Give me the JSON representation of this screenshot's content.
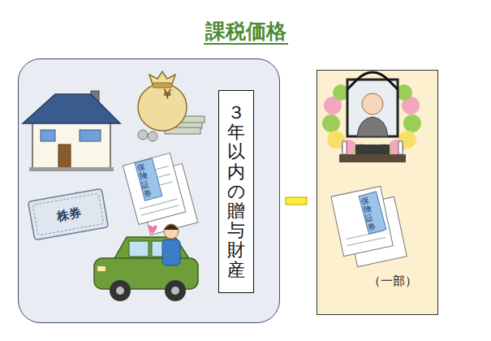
{
  "diagram": {
    "title": "課税価格",
    "nodes": [
      {
        "text": [
          "￥",
          "保険証券",
          "株券"
        ]
      },
      {
        "text": [
          "３年以内の贈与財産"
        ],
        "in": 0
      },
      {
        "text": [
          "保険証券",
          "（一部）"
        ]
      }
    ]
  }
}
